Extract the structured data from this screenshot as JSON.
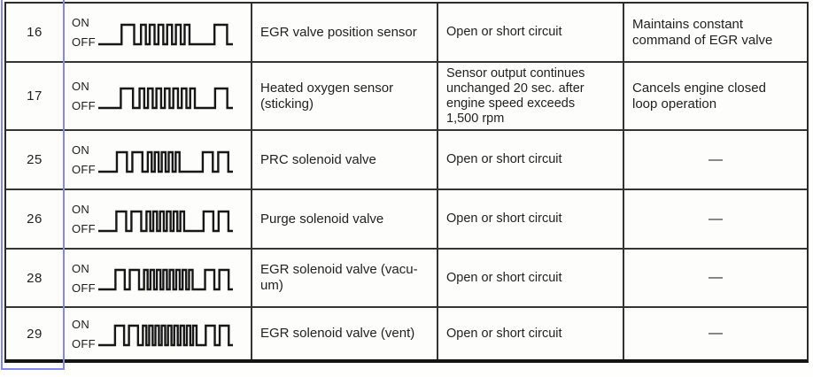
{
  "table": {
    "type": "table",
    "waveform_labels": {
      "on": "ON",
      "off": "OFF"
    },
    "empty_value": "—",
    "rows": [
      {
        "code": "16",
        "waveform": {
          "long_pulses": 1,
          "short_pulses": 6
        },
        "component": "EGR valve position sensor",
        "condition": "Open or short circuit",
        "fail_safe": "Maintains constant\ncommand of EGR valve"
      },
      {
        "code": "17",
        "waveform": {
          "long_pulses": 1,
          "short_pulses": 7
        },
        "component": "Heated oxygen sensor\n(sticking)",
        "condition": "Sensor output continues\nunchanged 20 sec. after\nengine speed exceeds\n1,500 rpm",
        "fail_safe": "Cancels engine closed\nloop operation"
      },
      {
        "code": "25",
        "waveform": {
          "long_pulses": 2,
          "short_pulses": 5
        },
        "component": "PRC solenoid valve",
        "condition": "Open or short circuit",
        "fail_safe": "—"
      },
      {
        "code": "26",
        "waveform": {
          "long_pulses": 2,
          "short_pulses": 6
        },
        "component": "Purge solenoid valve",
        "condition": "Open or short circuit",
        "fail_safe": "—"
      },
      {
        "code": "28",
        "waveform": {
          "long_pulses": 2,
          "short_pulses": 8
        },
        "component": "EGR solenoid valve (vacu-\num)",
        "condition": "Open or short circuit",
        "fail_safe": "—"
      },
      {
        "code": "29",
        "waveform": {
          "long_pulses": 2,
          "short_pulses": 9
        },
        "component": "EGR solenoid valve (vent)",
        "condition": "Open or short circuit",
        "fail_safe": "—"
      }
    ]
  },
  "annotation": {
    "highlight_color": "#8686ef"
  },
  "colors": {
    "ink": "#222222",
    "border": "#343434",
    "background": "#fdfdfc"
  }
}
